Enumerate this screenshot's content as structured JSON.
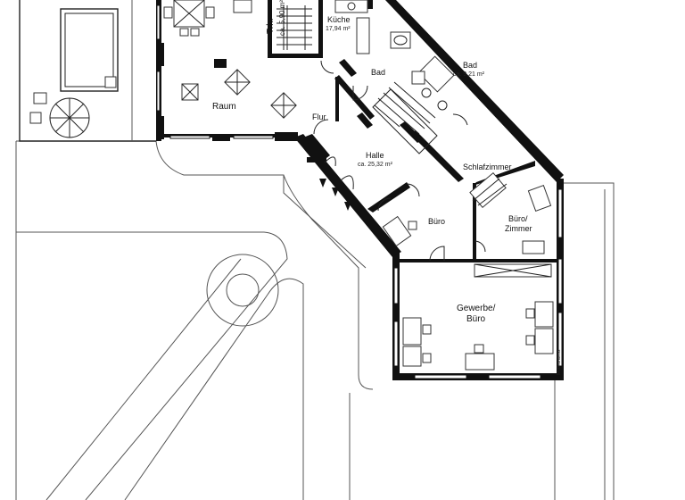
{
  "rooms": {
    "kueche": {
      "name": "Küche",
      "area": "17,94 m²"
    },
    "treppenhaus": {
      "name": "Trh.",
      "area": "ca. 5,90 m²"
    },
    "bad_left": {
      "name": "Bad"
    },
    "bad_right": {
      "name": "Bad",
      "area": "ca. 9,21 m²"
    },
    "raum": {
      "name": "Raum"
    },
    "flur": {
      "name": "Flur"
    },
    "halle": {
      "name": "Halle",
      "area": "ca. 25,32 m²"
    },
    "schlafzimmer": {
      "name": "Schlafzimmer"
    },
    "buero": {
      "name": "Büro"
    },
    "buero_zimmer": {
      "line1": "Büro/",
      "line2": "Zimmer"
    },
    "gewerbe": {
      "line1": "Gewerbe/",
      "line2": "Büro"
    }
  },
  "annotation": {
    "vertical_text": "McGrundriss"
  },
  "colors": {
    "wall": "#111111",
    "line": "#222222",
    "background": "#ffffff"
  }
}
